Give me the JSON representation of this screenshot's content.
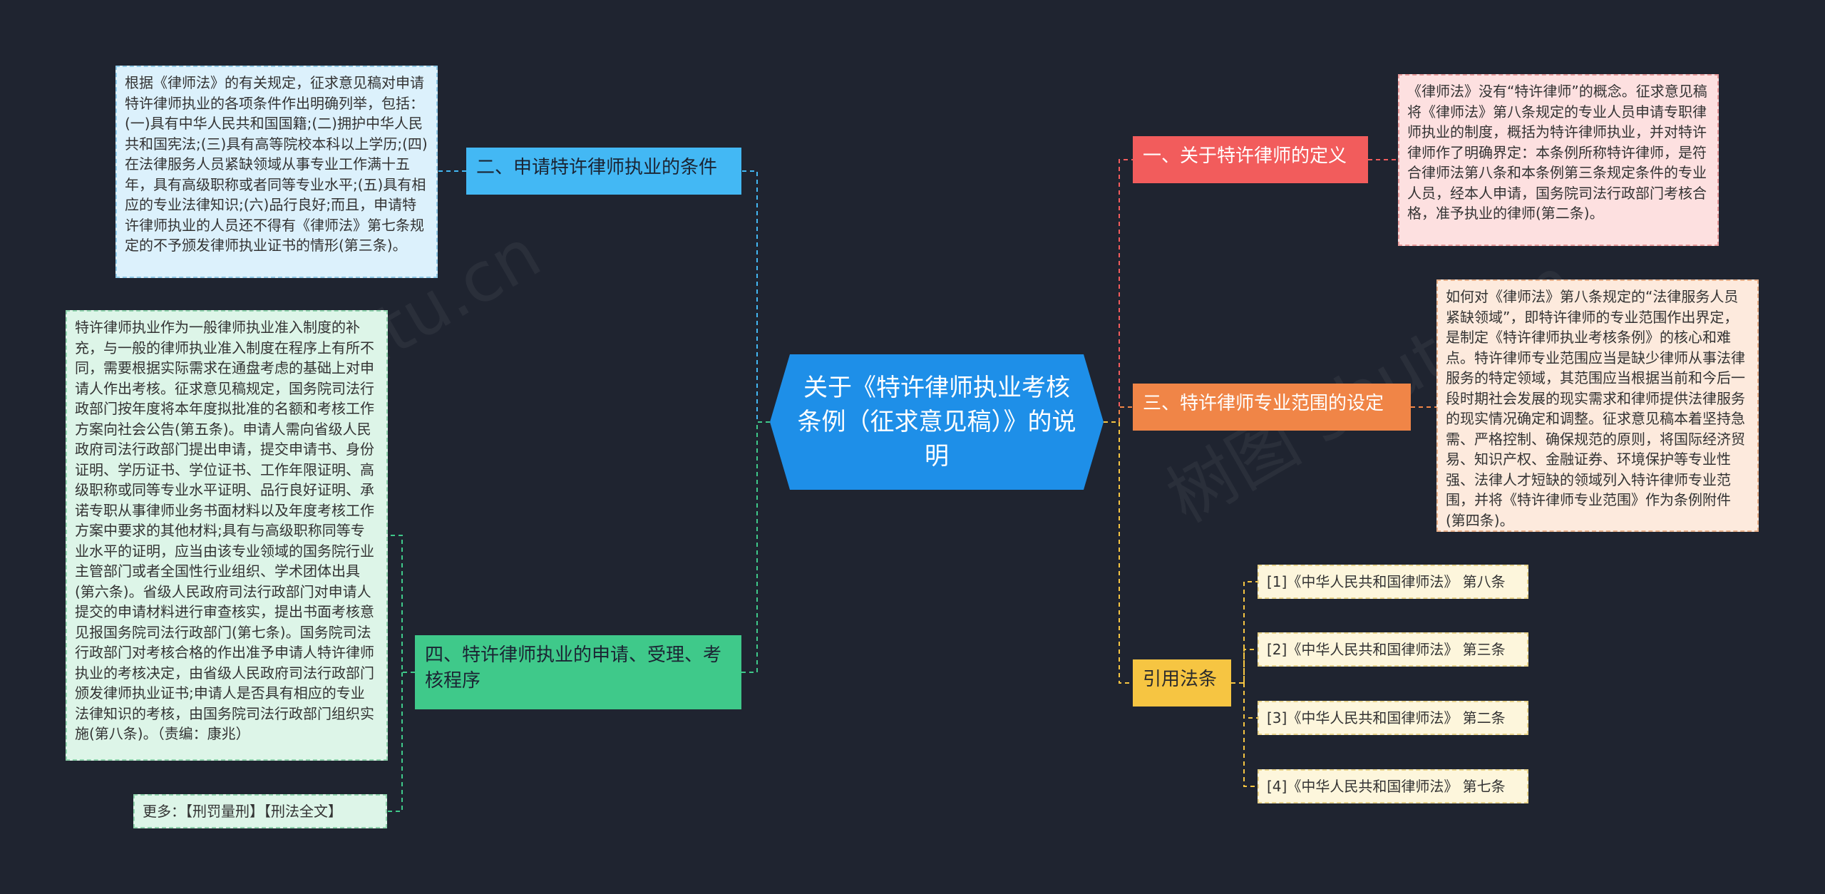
{
  "watermark": "树图 shutu.cn",
  "center": {
    "title": "关于《特许律师执业考核条例（征求意见稿）》的说明"
  },
  "branches": {
    "definition": {
      "label": "一、关于特许律师的定义"
    },
    "scope": {
      "label": "三、特许律师专业范围的设定"
    },
    "citations": {
      "label": "引用法条"
    },
    "conditions": {
      "label": "二、申请特许律师执业的条件"
    },
    "procedure": {
      "label": "四、特许律师执业的申请、受理、考核程序"
    }
  },
  "leaves": {
    "definition_text": "《律师法》没有“特许律师”的概念。征求意见稿将《律师法》第八条规定的专业人员申请专职律师执业的制度，概括为特许律师执业，并对特许律师作了明确界定：本条例所称特许律师，是符合律师法第八条和本条例第三条规定条件的专业人员，经本人申请，国务院司法行政部门考核合格，准予执业的律师(第二条)。",
    "scope_text": "如何对《律师法》第八条规定的“法律服务人员紧缺领域”，即特许律师的专业范围作出界定，是制定《特许律师执业考核条例》的核心和难点。特许律师专业范围应当是缺少律师从事法律服务的特定领域，其范围应当根据当前和今后一段时期社会发展的现实需求和律师提供法律服务的现实情况确定和调整。征求意见稿本着坚持急需、严格控制、确保规范的原则，将国际经济贸易、知识产权、金融证券、环境保护等专业性强、法律人才短缺的领域列入特许律师专业范围，并将《特许律师专业范围》作为条例附件(第四条)。",
    "conditions_text": "根据《律师法》的有关规定，征求意见稿对申请特许律师执业的各项条件作出明确列举，包括：(一)具有中华人民共和国国籍;(二)拥护中华人民共和国宪法;(三)具有高等院校本科以上学历;(四)在法律服务人员紧缺领域从事专业工作满十五年，具有高级职称或者同等专业水平;(五)具有相应的专业法律知识;(六)品行良好;而且，申请特许律师执业的人员还不得有《律师法》第七条规定的不予颁发律师执业证书的情形(第三条)。",
    "procedure_text": "特许律师执业作为一般律师执业准入制度的补充，与一般的律师执业准入制度在程序上有所不同，需要根据实际需求在通盘考虑的基础上对申请人作出考核。征求意见稿规定，国务院司法行政部门按年度将本年度拟批准的名额和考核工作方案向社会公告(第五条)。申请人需向省级人民政府司法行政部门提出申请，提交申请书、身份证明、学历证书、学位证书、工作年限证明、高级职称或同等专业水平证明、品行良好证明、承诺专职从事律师业务书面材料以及年度考核工作方案中要求的其他材料;具有与高级职称同等专业水平的证明，应当由该专业领域的国务院行业主管部门或者全国性行业组织、学术团体出具(第六条)。省级人民政府司法行政部门对申请人提交的申请材料进行审查核实，提出书面考核意见报国务院司法行政部门(第七条)。国务院司法行政部门对考核合格的作出准予申请人特许律师执业的考核决定，由省级人民政府司法行政部门颁发律师执业证书;申请人是否具有相应的专业法律知识的考核，由国务院司法行政部门组织实施(第八条)。（责编：康兆）",
    "more_text": "更多：【刑罚量刑】【刑法全文】"
  },
  "citations": [
    "[1]《中华人民共和国律师法》 第八条",
    "[2]《中华人民共和国律师法》 第三条",
    "[3]《中华人民共和国律师法》 第二条",
    "[4]《中华人民共和国律师法》 第七条"
  ],
  "colors": {
    "background": "#1f2430",
    "center": "#1e8fe8",
    "definition": "#f25c5c",
    "scope": "#f08547",
    "citations": "#f6c542",
    "conditions": "#43b8f4",
    "procedure": "#3fc98a"
  }
}
